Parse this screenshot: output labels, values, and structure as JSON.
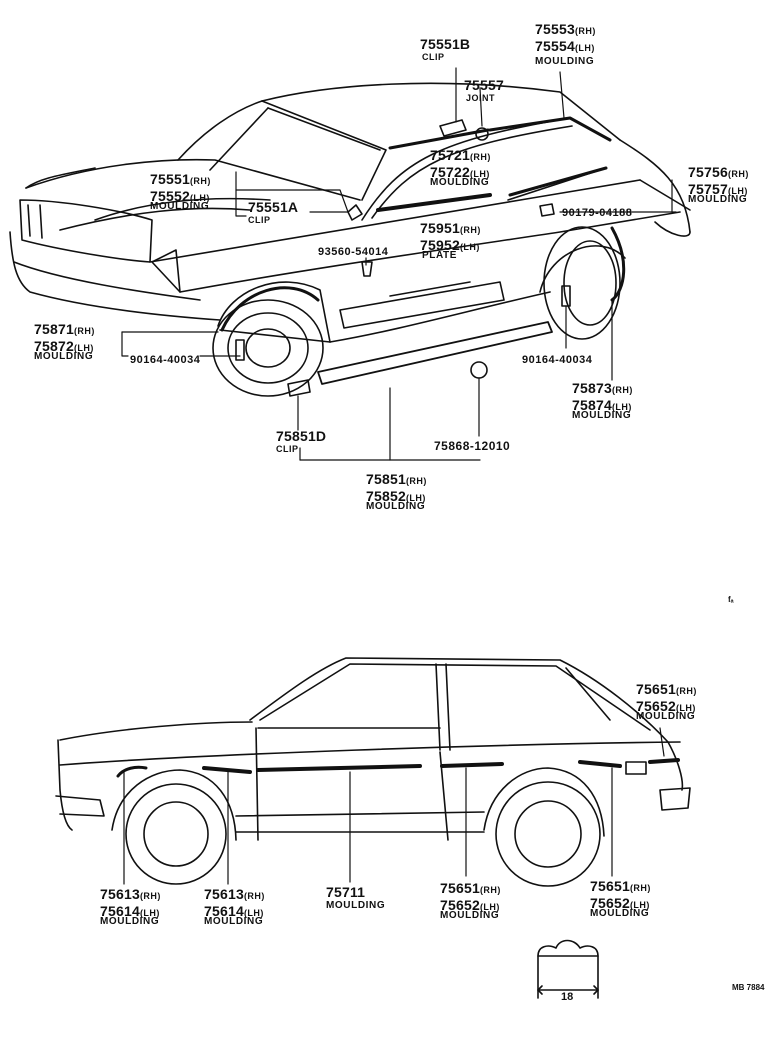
{
  "top": {
    "c75551B": {
      "part": "75551B",
      "desc": "CLIP"
    },
    "c75553": {
      "rh": "75553",
      "rh_suffix": "(RH)",
      "lh": "75554",
      "lh_suffix": "(LH)",
      "desc": "MOULDING"
    },
    "c75557": {
      "part": "75557",
      "desc": "JOINT"
    },
    "c75721": {
      "rh": "75721",
      "rh_suffix": "(RH)",
      "lh": "75722",
      "lh_suffix": "(LH)",
      "desc": "MOULDING"
    },
    "c75756": {
      "rh": "75756",
      "rh_suffix": "(RH)",
      "lh": "75757",
      "lh_suffix": "(LH)",
      "desc": "MOULDING"
    },
    "c90179": {
      "part": "90179-04188"
    },
    "c75551": {
      "rh": "75551",
      "rh_suffix": "(RH)",
      "lh": "75552",
      "lh_suffix": "(LH)",
      "desc": "MOULDING"
    },
    "c75551A": {
      "part": "75551A",
      "desc": "CLIP"
    },
    "c93560": {
      "part": "93560-54014"
    },
    "c75951": {
      "rh": "75951",
      "rh_suffix": "(RH)",
      "lh": "75952",
      "lh_suffix": "(LH)",
      "desc": "PLATE"
    },
    "c75871": {
      "rh": "75871",
      "rh_suffix": "(RH)",
      "lh": "75872",
      "lh_suffix": "(LH)",
      "desc": "MOULDING"
    },
    "c90164a": {
      "part": "90164-40034"
    },
    "c90164b": {
      "part": "90164-40034"
    },
    "c75873": {
      "rh": "75873",
      "rh_suffix": "(RH)",
      "lh": "75874",
      "lh_suffix": "(LH)",
      "desc": "MOULDING"
    },
    "c75851D": {
      "part": "75851D",
      "desc": "CLIP"
    },
    "c75868": {
      "part": "75868-12010"
    },
    "c75851": {
      "rh": "75851",
      "rh_suffix": "(RH)",
      "lh": "75852",
      "lh_suffix": "(LH)",
      "desc": "MOULDING"
    }
  },
  "bottom": {
    "c75651top": {
      "rh": "75651",
      "rh_suffix": "(RH)",
      "lh": "75652",
      "lh_suffix": "(LH)",
      "desc": "MOULDING"
    },
    "c75613a": {
      "rh": "75613",
      "rh_suffix": "(RH)",
      "lh": "75614",
      "lh_suffix": "(LH)",
      "desc": "MOULDING"
    },
    "c75613b": {
      "rh": "75613",
      "rh_suffix": "(RH)",
      "lh": "75614",
      "lh_suffix": "(LH)",
      "desc": "MOULDING"
    },
    "c75711": {
      "part": "75711",
      "desc": "MOULDING"
    },
    "c75651a": {
      "rh": "75651",
      "rh_suffix": "(RH)",
      "lh": "75652",
      "lh_suffix": "(LH)",
      "desc": "MOULDING"
    },
    "c75651b": {
      "rh": "75651",
      "rh_suffix": "(RH)",
      "lh": "75652",
      "lh_suffix": "(LH)",
      "desc": "MOULDING"
    }
  },
  "section_dimension": "18",
  "drawing_code": "MB 7884",
  "corner_mark": "fₐ"
}
